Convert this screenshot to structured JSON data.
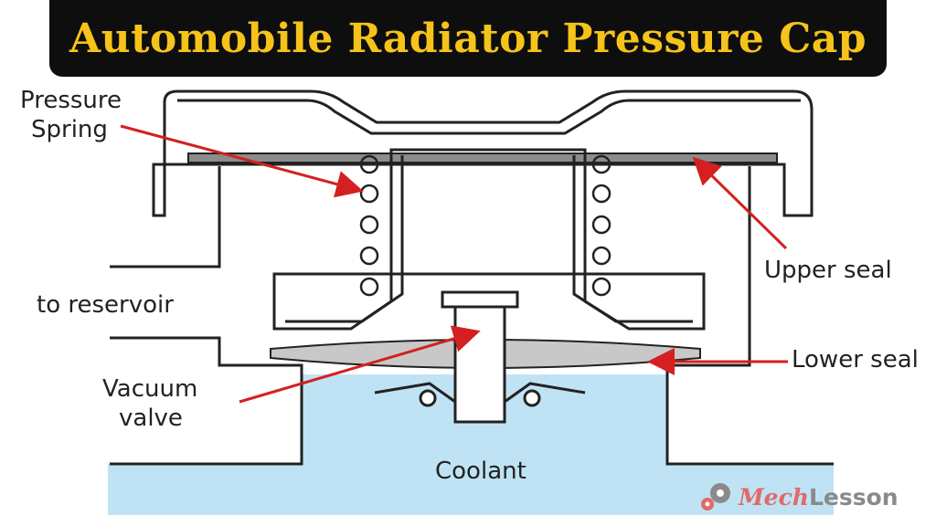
{
  "title": "Automobile Radiator Pressure Cap",
  "labels": {
    "pressure_spring": [
      "Pressure",
      "Spring"
    ],
    "to_reservoir": "to reservoir",
    "vacuum_valve": [
      "Vacuum",
      "valve"
    ],
    "upper_seal": "Upper seal",
    "lower_seal": "Lower seal",
    "coolant": "Coolant"
  },
  "logo": {
    "part1": "Mech",
    "part2": "Lesson"
  },
  "colors": {
    "title_bg": "#0e0e0e",
    "title_text": "#f5c31a",
    "arrow": "#d42020",
    "coolant": "#bfe3f5",
    "seal": "#c8c8c8",
    "outline": "#222222"
  }
}
